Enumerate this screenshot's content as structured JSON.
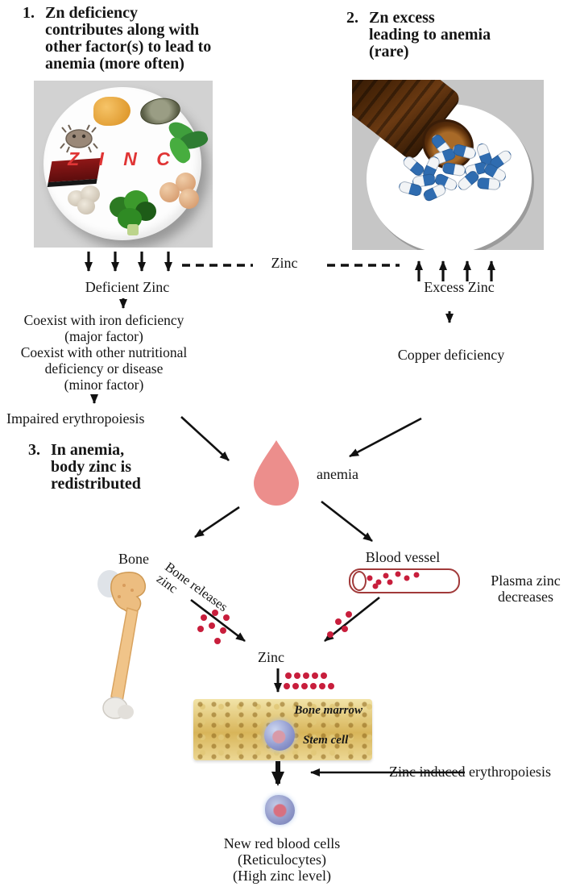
{
  "sections": {
    "s1": {
      "number": "1.",
      "lines": [
        "Zn deficiency",
        "contributes along with",
        "other factor(s) to lead to",
        "anemia (more often)"
      ]
    },
    "s2": {
      "number": "2.",
      "lines": [
        "Zn excess",
        "leading to anemia",
        "(rare)"
      ]
    },
    "s3": {
      "number": "3.",
      "lines": [
        "In anemia,",
        "body zinc is",
        "redistributed"
      ]
    }
  },
  "plate": {
    "label": "Z I N C"
  },
  "flow": {
    "zinc_mid_label": "Zinc",
    "deficient": "Deficient Zinc",
    "excess": "Excess Zinc",
    "coexist_lines": [
      "Coexist with iron deficiency",
      "(major factor)",
      "Coexist with other nutritional",
      "deficiency or disease",
      "(minor factor)"
    ],
    "impaired": "Impaired erythropoiesis",
    "copper": "Copper deficiency",
    "anemia": "anemia",
    "bone": "Bone",
    "bone_releases": "Bone releases zinc",
    "blood_vessel": "Blood vessel",
    "plasma_lines": [
      "Plasma zinc",
      "decreases"
    ],
    "zinc_lower": "Zinc",
    "bone_marrow": "Bone marrow",
    "stem_cell": "Stem cell",
    "zinc_induced": "Zinc induced erythropoiesis",
    "bottom_lines": [
      "New red blood cells",
      "(Reticulocytes)",
      "(High zinc level)"
    ]
  },
  "colors": {
    "droplet_pink": "#ec8e8c",
    "zinc_dot_red": "#c81e3c",
    "plate_zinc_red": "#e03535",
    "vessel_outline": "#a13a3a",
    "arrow_black": "#111111"
  }
}
